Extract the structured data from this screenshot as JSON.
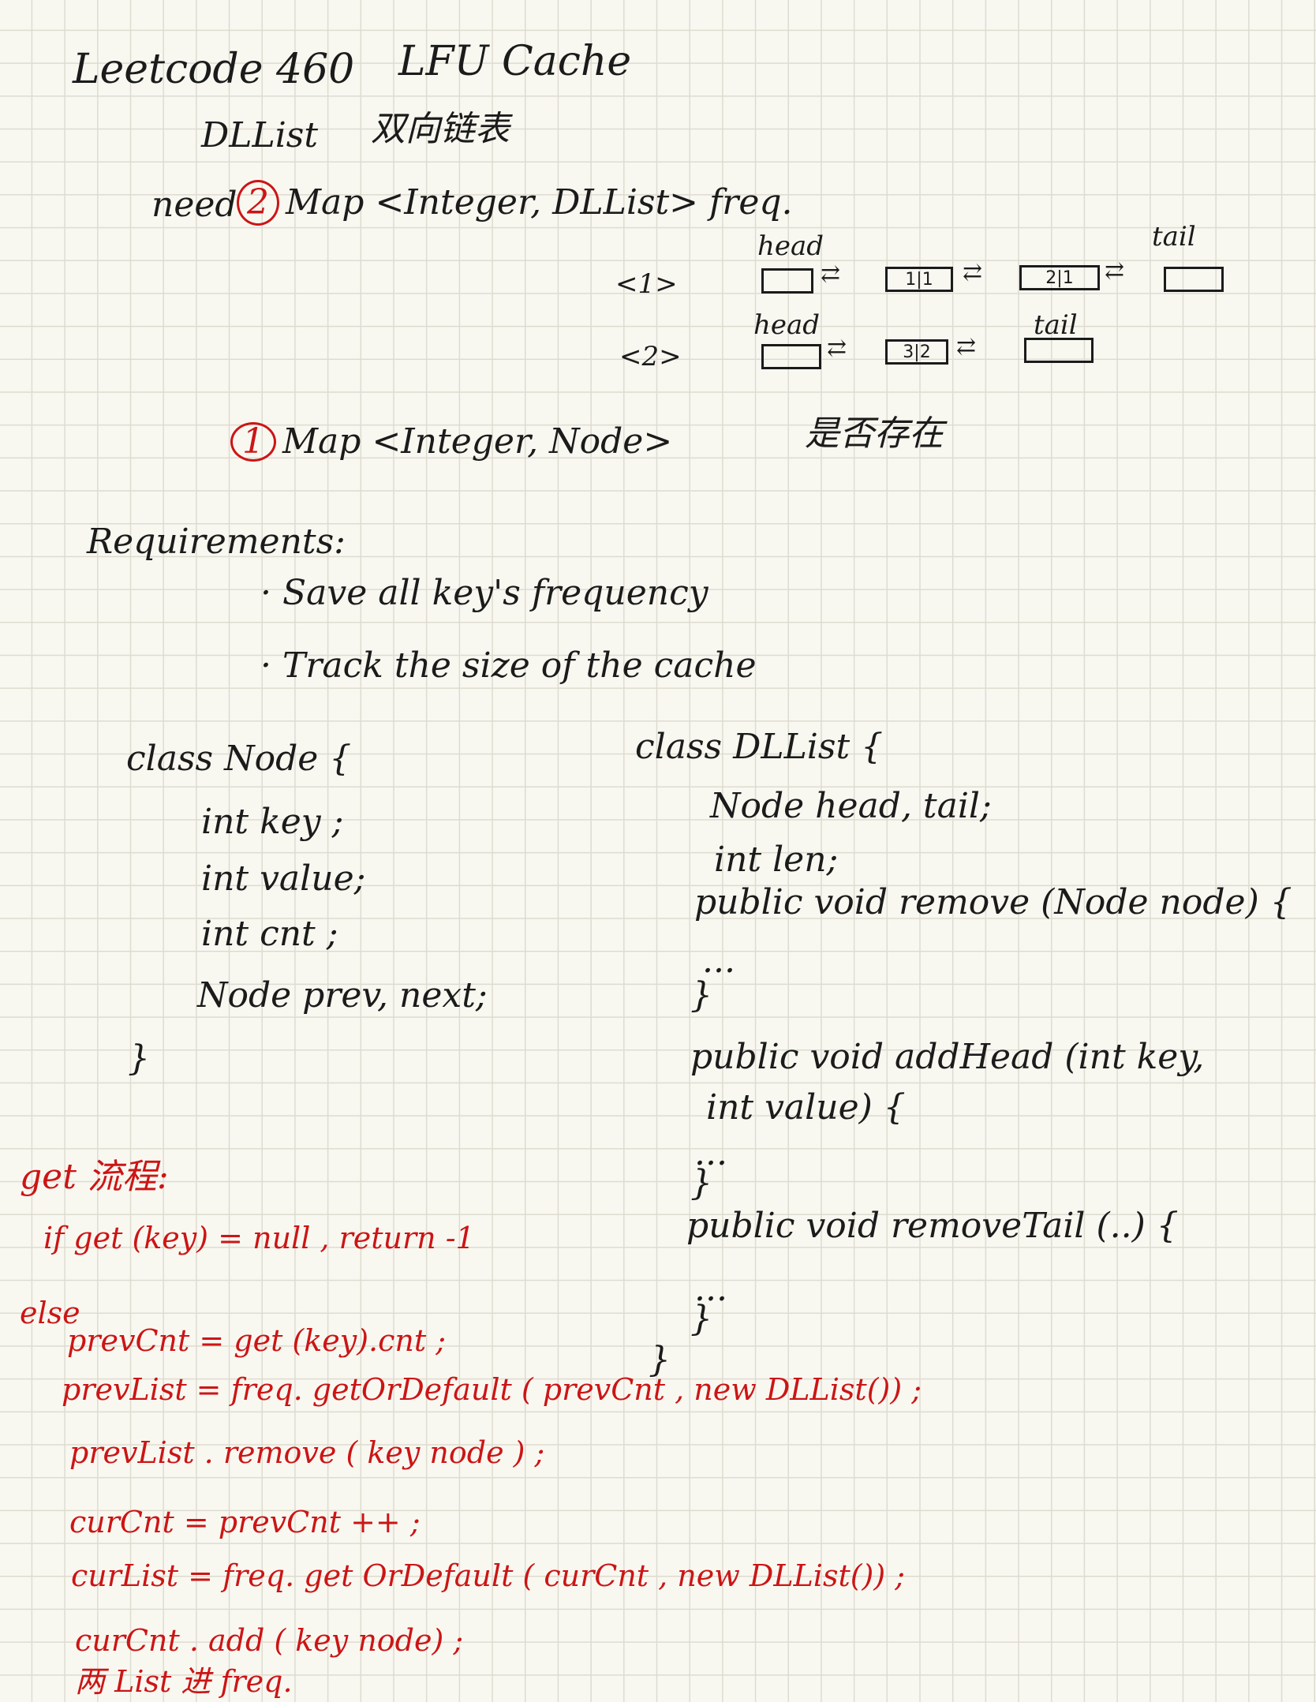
{
  "title": {
    "problem": "Leetcode 460",
    "name": "LFU Cache"
  },
  "subtitle": {
    "term": "DLList",
    "cn": "双向链表"
  },
  "need": {
    "label": "need",
    "num2": "2",
    "map_freq": "Map <Integer, DLList> freq.",
    "num1": "1",
    "map_node": "Map <Integer, Node>",
    "map_node_cn": "是否存在"
  },
  "lists": [
    {
      "label": "<1>",
      "head": "head",
      "tail": "tail",
      "nodes": [
        "1|1",
        "2|1"
      ]
    },
    {
      "label": "<2>",
      "head": "head",
      "tail": "tail",
      "nodes": [
        "3|2"
      ]
    }
  ],
  "requirements": {
    "title": "Requirements:",
    "items": [
      "Save all key's frequency",
      "Track the size of the cache"
    ]
  },
  "node_class": [
    "class Node {",
    "int key ;",
    "int value;",
    "int cnt ;",
    "Node prev, next;",
    "}"
  ],
  "dllist_class": [
    "class DLList {",
    "Node head, tail;",
    "int len;",
    "public void remove (Node node) {",
    "...",
    "}",
    "public void addHead (int key,",
    "int value) {",
    "...",
    "}",
    "public void removeTail (..) {",
    "...",
    "}"
  ],
  "get_flow": {
    "title": "get 流程:",
    "if_line": "if get (key) = null , return -1",
    "else": "else",
    "lines": [
      "prevCnt = get (key).cnt ;",
      "prevList = freq. getOrDefault ( prevCnt , new DLList()) ;",
      "prevList . remove ( key node ) ;",
      "curCnt = prevCnt ++ ;",
      "curList = freq. get OrDefault ( curCnt , new DLList()) ;",
      "curCnt . add ( key node) ;",
      "两 List 进 freq."
    ]
  },
  "stray_brace": "}",
  "colors": {
    "ink": "#1b1b1b",
    "red": "#cc1515",
    "paper": "#f8f8f1",
    "grid": "#dedbd0"
  }
}
